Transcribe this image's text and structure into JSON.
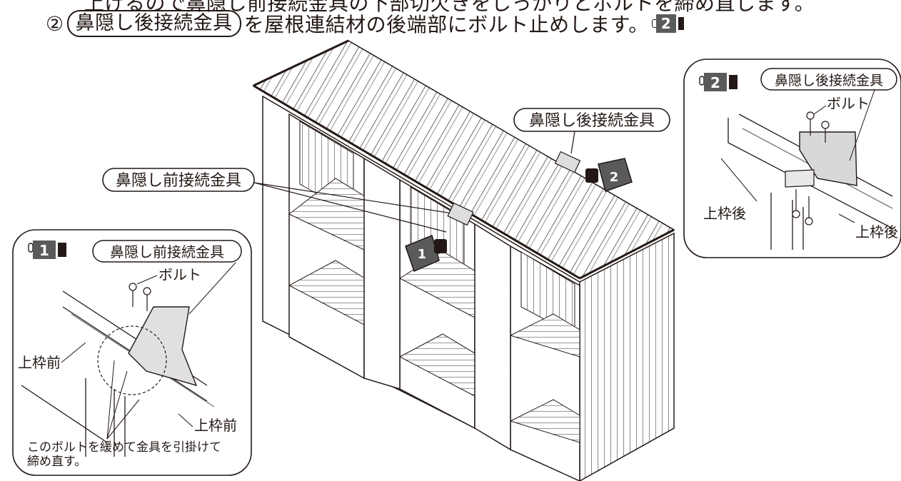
{
  "header": {
    "line1_text": "上げるので鼻隠し前接続金具の下部切欠きをしっかりとボルトを締め直します。",
    "line2_prefix": "②",
    "line2_pill": "鼻隠し後接続金具",
    "line2_text": "を屋根連結材の後端部にボルト止めします。",
    "line2_badge": "2"
  },
  "main_labels": {
    "front_fitting": "鼻隠し前接続金具",
    "rear_fitting": "鼻隠し後接続金具",
    "camera1": "1",
    "camera2": "2"
  },
  "detail1": {
    "badge": "1",
    "title": "鼻隠し前接続金具",
    "bolt": "ボルト",
    "frame_left": "上枠前",
    "frame_right": "上枠前",
    "note_line1": "このボルトを緩めて金具を引掛けて",
    "note_line2": "締め直す。"
  },
  "detail2": {
    "badge": "2",
    "title": "鼻隠し後接続金具",
    "bolt": "ボルト",
    "frame_left": "上枠後",
    "frame_right": "上枠後"
  }
}
